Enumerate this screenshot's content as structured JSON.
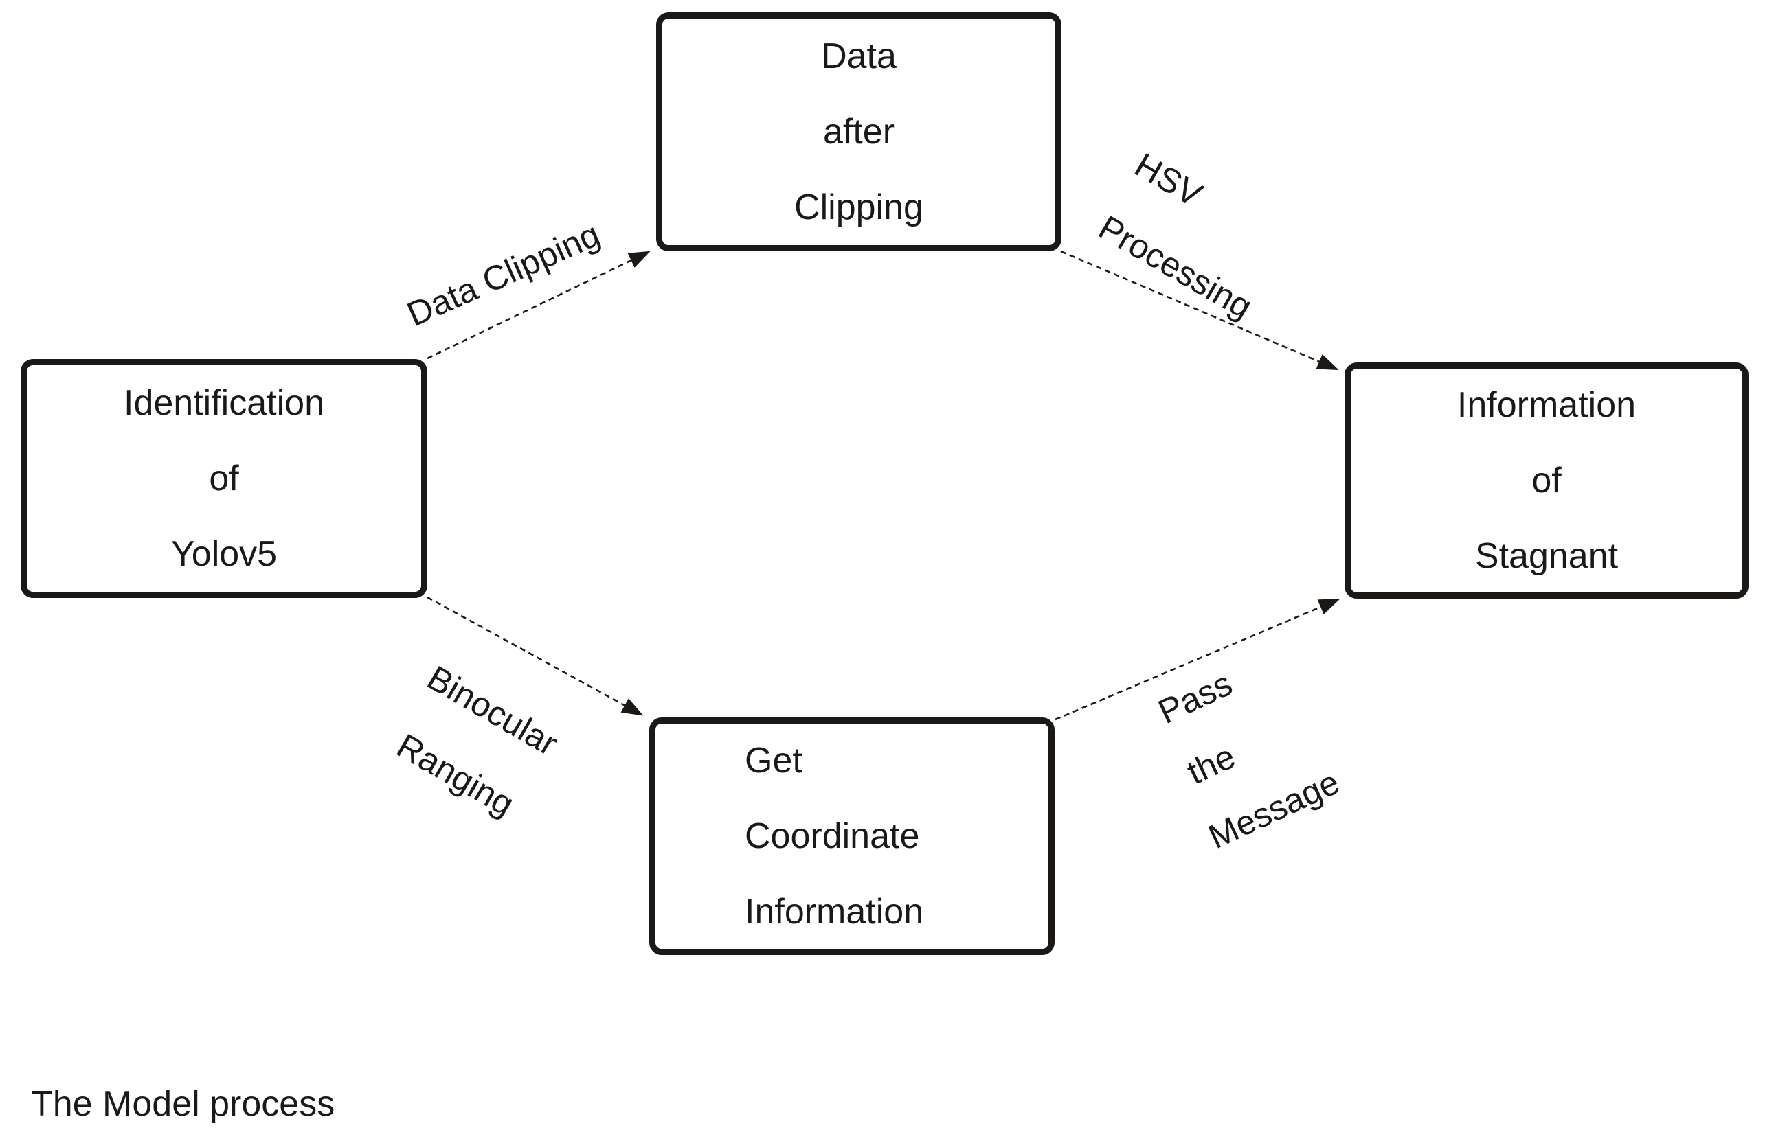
{
  "diagram": {
    "caption": "The Model process",
    "colors": {
      "ink": "#1b1918",
      "background": "#ffffff"
    },
    "nodes": {
      "top": {
        "id": "data-after-clipping",
        "lines": [
          "Data",
          "after",
          "Clipping"
        ]
      },
      "left": {
        "id": "identification-of-yolov5",
        "lines": [
          "Identification",
          "of",
          "Yolov5"
        ]
      },
      "right": {
        "id": "information-of-stagnant",
        "lines": [
          "Information",
          "of",
          "Stagnant"
        ]
      },
      "bottom": {
        "id": "get-coordinate-information",
        "lines": [
          "Get",
          "Coordinate",
          "Information"
        ]
      }
    },
    "edges": {
      "data_clipping": {
        "from": "identification-of-yolov5",
        "to": "data-after-clipping",
        "label_lines": [
          "Data Clipping"
        ]
      },
      "hsv_processing": {
        "from": "data-after-clipping",
        "to": "information-of-stagnant",
        "label_lines": [
          "HSV",
          "Processing"
        ]
      },
      "binocular_ranging": {
        "from": "identification-of-yolov5",
        "to": "get-coordinate-information",
        "label_lines": [
          "Binocular",
          "Ranging"
        ]
      },
      "pass_the_message": {
        "from": "get-coordinate-information",
        "to": "information-of-stagnant",
        "label_lines": [
          "Pass",
          "the",
          "Message"
        ]
      }
    }
  }
}
